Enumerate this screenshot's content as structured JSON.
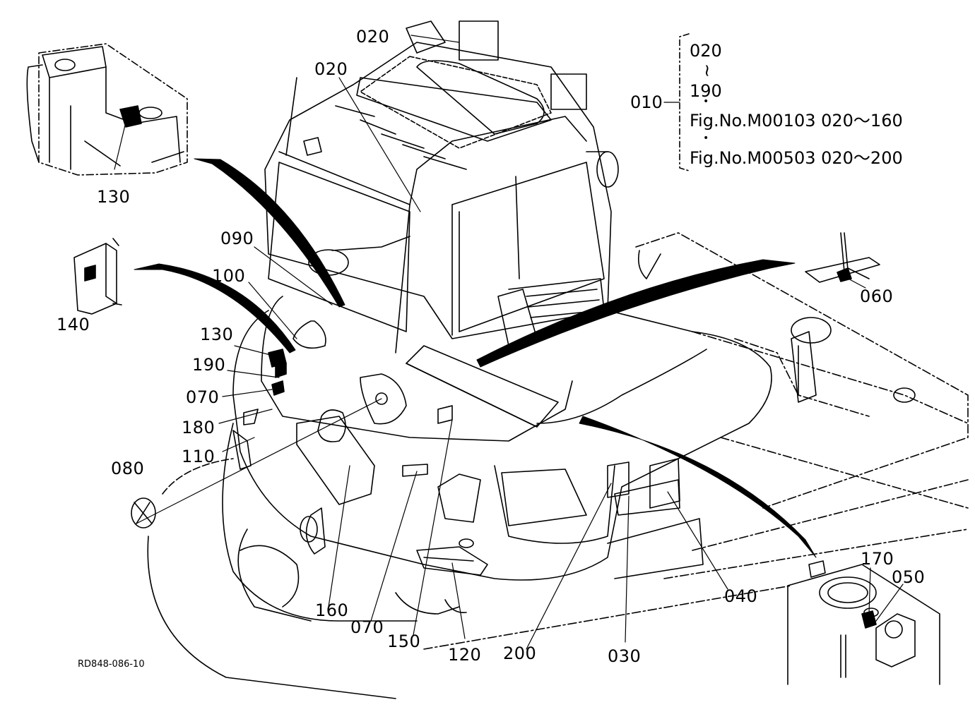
{
  "drawing_id": "RD848-086-10",
  "legend": {
    "parent_no": "010",
    "range_start": "020",
    "range_tilde": "~",
    "range_end": "190",
    "ref1": "Fig.No.M00103  020～160",
    "ref2": "Fig.No.M00503  020～200"
  },
  "callouts": {
    "c020a": "020",
    "c020b": "020",
    "c130a": "130",
    "c140": "140",
    "c090": "090",
    "c100": "100",
    "c130b": "130",
    "c190": "190",
    "c070a": "070",
    "c180": "180",
    "c110": "110",
    "c080": "080",
    "c160": "160",
    "c070b": "070",
    "c150": "150",
    "c120": "120",
    "c200": "200",
    "c030": "030",
    "c040": "040",
    "c060": "060",
    "c170": "170",
    "c050": "050"
  }
}
